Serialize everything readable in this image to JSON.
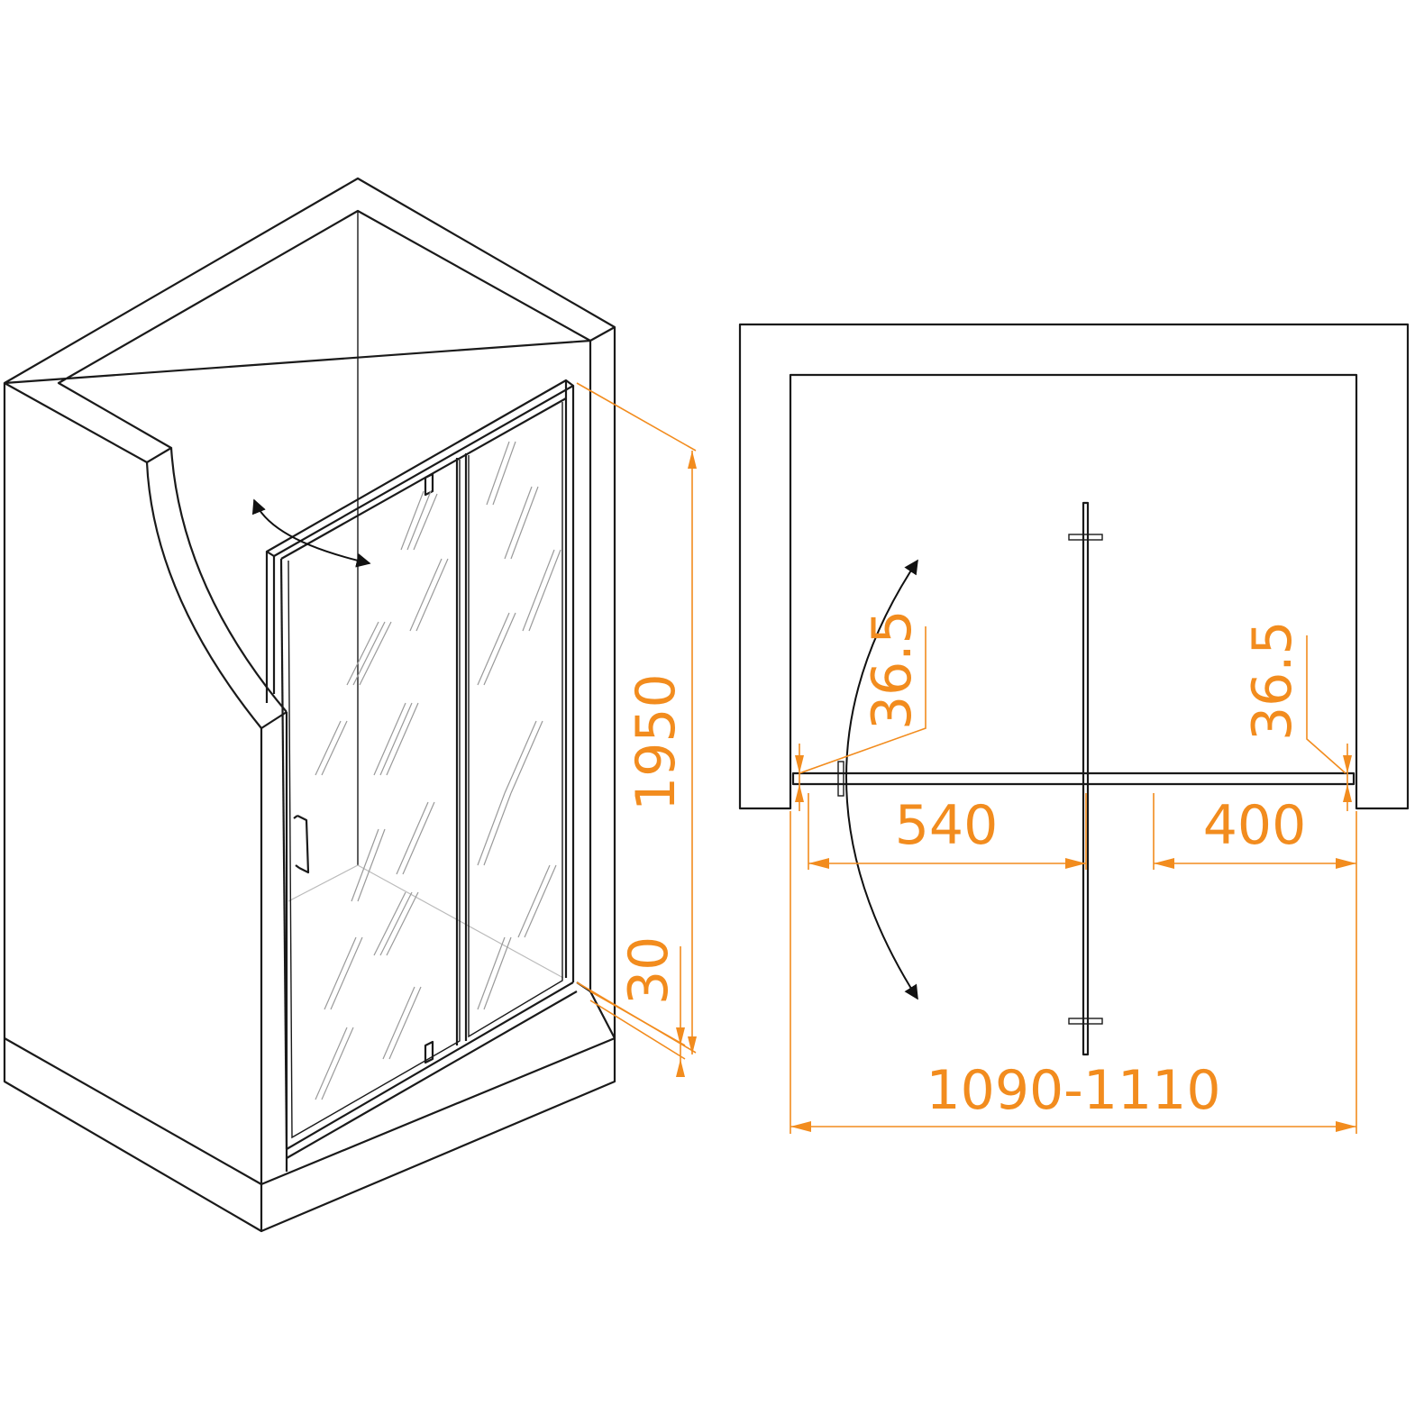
{
  "colors": {
    "dimension": "#f28c1e",
    "outline": "#1a1a1a"
  },
  "isometric_view": {
    "height_label": "1950",
    "base_label": "30"
  },
  "plan_view": {
    "left_profile_label": "36.5",
    "right_profile_label": "36.5",
    "door_width_label": "540",
    "fixed_panel_label": "400",
    "total_width_label": "1090-1110"
  }
}
